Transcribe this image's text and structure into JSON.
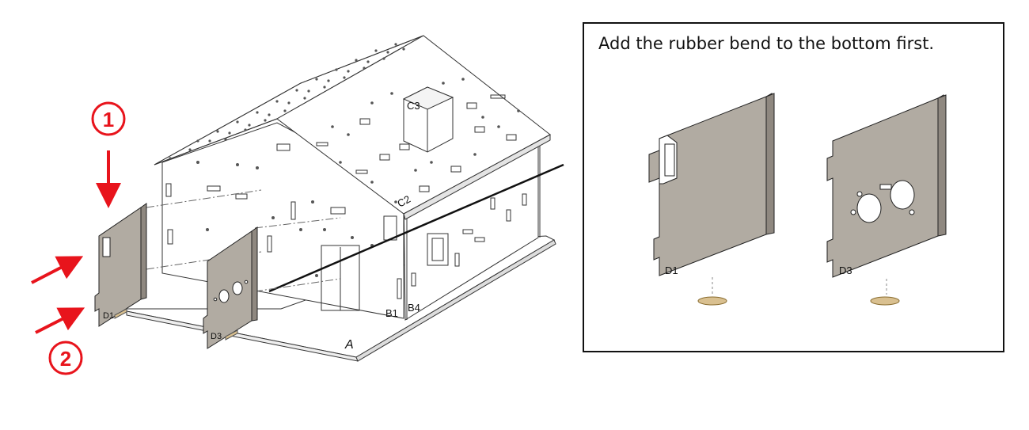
{
  "instruction": "Add the rubber bend to the bottom first.",
  "step_markers": [
    "1",
    "2"
  ],
  "part_labels": {
    "base": "A",
    "wall_b1": "B1",
    "wall_b4": "B4",
    "roof_c2": "C2",
    "chimney_c3": "C3",
    "panel_d1": "D1",
    "panel_d3": "D3"
  },
  "colors": {
    "marker_red": "#e8141c",
    "panel_fill": "#b1aba2",
    "rubber_fill": "#d9c090",
    "outline": "#222222",
    "inset_border": "#111111"
  },
  "icons": [
    "arrow-down-icon",
    "arrow-right-icon"
  ]
}
